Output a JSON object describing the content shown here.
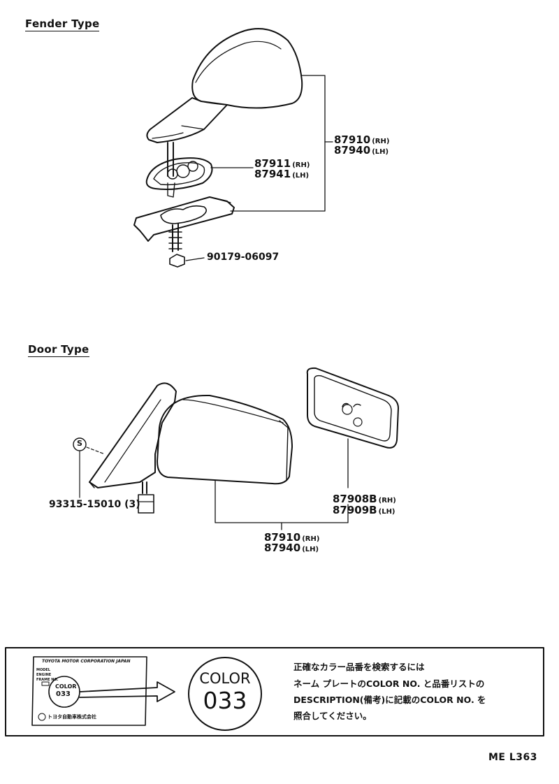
{
  "sections": {
    "fender": {
      "title": "Fender Type",
      "assembly": {
        "rh": "87910",
        "rh_side": "(RH)",
        "lh": "87940",
        "lh_side": "(LH)"
      },
      "base": {
        "rh": "87911",
        "rh_side": "(RH)",
        "lh": "87941",
        "lh_side": "(LH)"
      },
      "nut": "90179-06097"
    },
    "door": {
      "title": "Door Type",
      "screw": "93315-15010 (3)",
      "screw_symbol": "S",
      "glass": {
        "rh": "87908B",
        "rh_side": "(RH)",
        "lh": "87909B",
        "lh_side": "(LH)"
      },
      "assembly": {
        "rh": "87910",
        "rh_side": "(RH)",
        "lh": "87940",
        "lh_side": "(LH)"
      }
    }
  },
  "color_box": {
    "plate_header": "TOYOTA MOTOR CORPORATION JAPAN",
    "plate_rows": [
      "MODEL",
      "ENGINE",
      "FRAME NO."
    ],
    "plate_color_label": "COLOR",
    "plate_color_value": "033",
    "plate_footer": "トヨタ自動車株式会社",
    "big_color_label": "COLOR",
    "big_color_value": "033",
    "note_lines": [
      "正確なカラー品番を検索するには",
      "ネーム プレートのCOLOR NO. と品番リストの",
      "DESCRIPTION(備考)に記載のCOLOR NO. を",
      "照合してください。"
    ]
  },
  "footer": {
    "code": "ME  L363"
  }
}
